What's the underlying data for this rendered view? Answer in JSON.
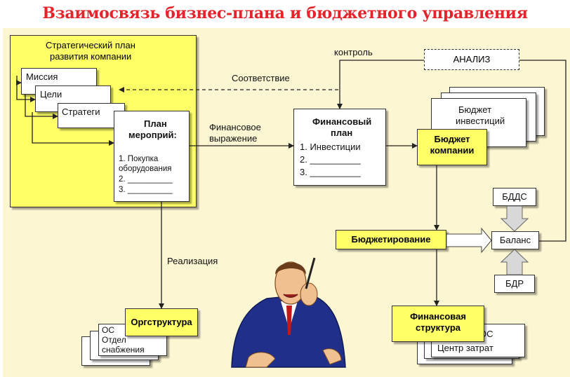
{
  "title": "Взаимосвязь бизнес-плана и бюджетного управления",
  "strategic_plan": {
    "line1": "Стратегический план",
    "line2": "развития компании"
  },
  "stack": {
    "mission": "Миссия",
    "goals": "Цели",
    "strategy": "Стратеги"
  },
  "action_plan": {
    "title1": "План",
    "title2": "мероприй:",
    "item1a": "1. Покупка",
    "item1b": "оборудования",
    "item2": "2. __________",
    "item3": "3. __________"
  },
  "financial_plan": {
    "title1": "Финансовый",
    "title2": "план",
    "item1": "1. Инвестиции",
    "item2": "2. __________",
    "item3": "3. __________"
  },
  "labels": {
    "control": "контроль",
    "correspondence": "Соответствие",
    "fin_expr1": "Финансовое",
    "fin_expr2": "выражение",
    "realization": "Реализация"
  },
  "analysis": "АНАЛИЗ",
  "investment_budget": {
    "line1": "Бюджет",
    "line2": "инвестиций"
  },
  "company_budget": {
    "line1": "Бюджет",
    "line2": "компании"
  },
  "budgeting": "Бюджетирование",
  "bdds": "БДДС",
  "balance": "Баланс",
  "bdr": "БДР",
  "org_structure": "Оргструктура",
  "org_cards": {
    "line1": "ОС",
    "line2": "Отдел",
    "line3": "снабжения"
  },
  "fin_structure": {
    "line1": "Финансовая",
    "line2": "структура"
  },
  "fin_cards": {
    "line1": "ОС",
    "line2": "Центр затрат"
  }
}
